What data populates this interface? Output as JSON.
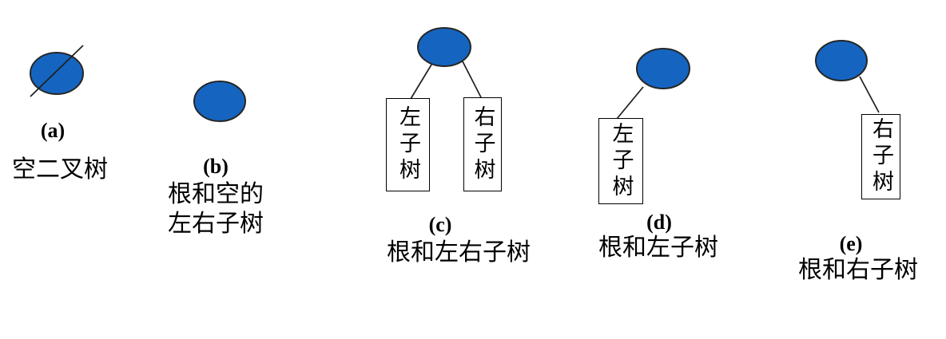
{
  "figure": {
    "colors": {
      "node_fill": "#1565C0",
      "node_stroke": "#262626",
      "text": "#000000"
    },
    "groups": [
      {
        "id": "a",
        "label": "(a)",
        "caption": [
          "空二叉树"
        ]
      },
      {
        "id": "b",
        "label": "(b)",
        "caption": [
          "根和空的",
          "左右子树"
        ]
      },
      {
        "id": "c",
        "label": "(c)",
        "caption": [
          "根和左右子树"
        ],
        "boxes": [
          "左子树",
          "右子树"
        ]
      },
      {
        "id": "d",
        "label": "(d)",
        "caption": [
          "根和左子树"
        ],
        "boxes": [
          "左子树"
        ]
      },
      {
        "id": "e",
        "label": "(e)",
        "caption": [
          "根和右子树"
        ],
        "boxes": [
          "右子树"
        ]
      }
    ]
  }
}
